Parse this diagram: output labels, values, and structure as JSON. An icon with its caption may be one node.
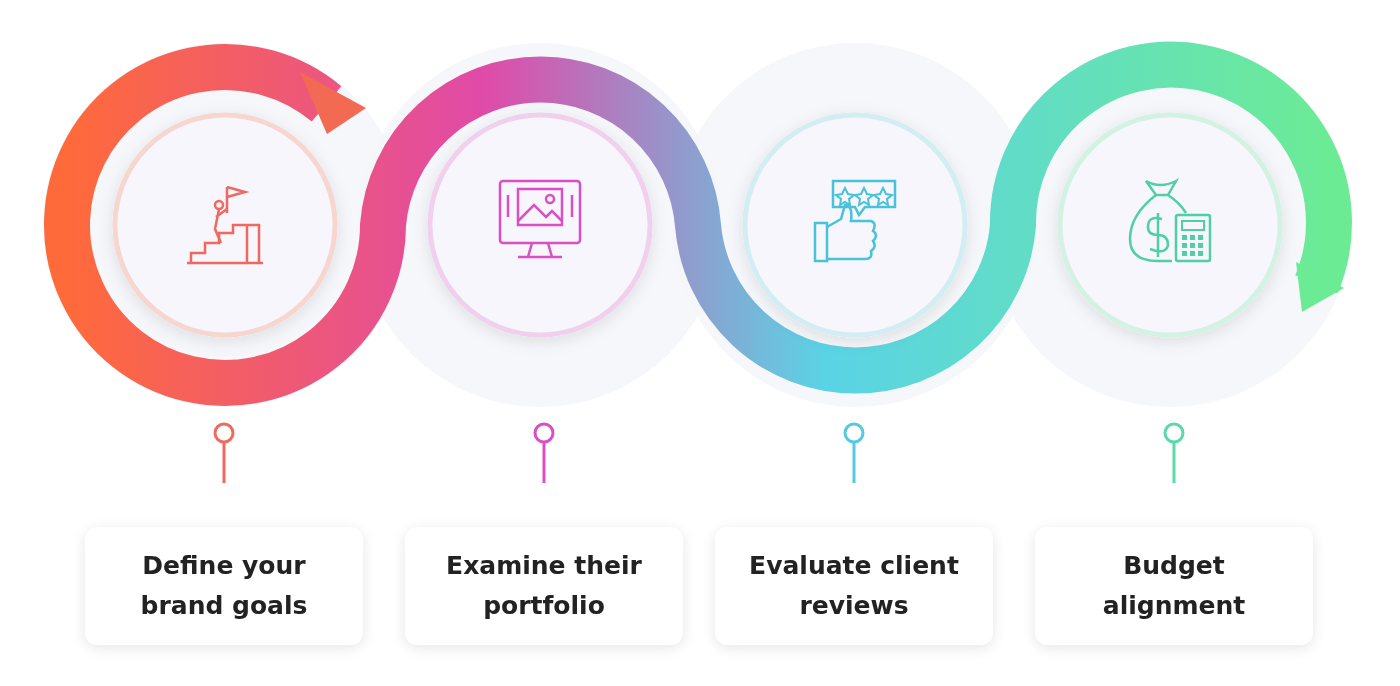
{
  "diagram": {
    "nodes": [
      {
        "text": [],
        "shape": "circle"
      },
      {
        "text": [],
        "shape": "circle"
      },
      {
        "text": [],
        "shape": "circle"
      },
      {
        "text": [],
        "shape": "circle"
      },
      {
        "text": [
          "Define your brand goals"
        ]
      },
      {
        "text": [
          "Examine their portfolio"
        ]
      },
      {
        "text": [
          "Evaluate client reviews"
        ]
      },
      {
        "text": [
          "Budget alignment"
        ]
      }
    ]
  }
}
